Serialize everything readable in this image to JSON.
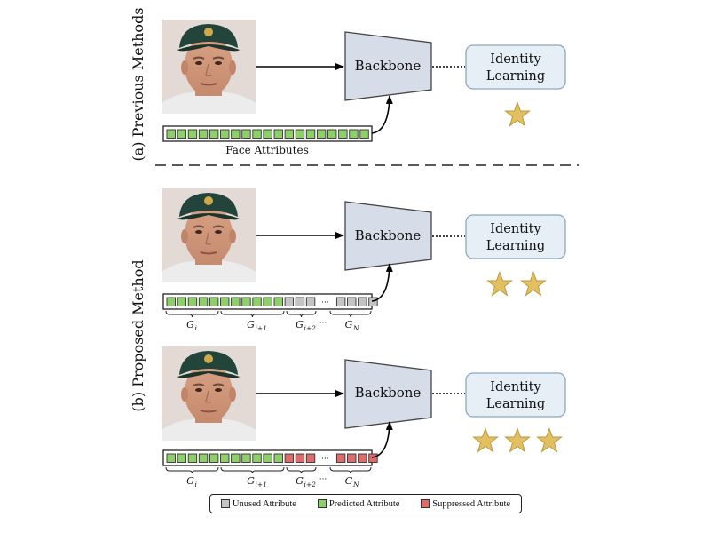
{
  "sections": {
    "previous": {
      "label": "(a) Previous Methods"
    },
    "proposed": {
      "label": "(b) Proposed Method"
    }
  },
  "nodes": {
    "backbone": "Backbone",
    "identity_line1": "Identity",
    "identity_line2": "Learning"
  },
  "attributes_caption": "Face Attributes",
  "group_labels": {
    "g_i": "G",
    "g_i_sub": "i",
    "g_i1": "G",
    "g_i1_sub": "i+1",
    "g_i2": "G",
    "g_i2_sub": "i+2",
    "g_n": "G",
    "g_n_sub": "N",
    "ellipsis": "···"
  },
  "ratings": {
    "previous_stars": 1,
    "proposed_row1_stars": 2,
    "proposed_row2_stars": 3
  },
  "legend": {
    "unused": "Unused Attribute",
    "predicted": "Predicted Attribute",
    "suppressed": "Suppressed Attribute"
  },
  "colors": {
    "predicted": "#8fcf6a",
    "unused": "#c4c4c4",
    "suppressed": "#e06b6b",
    "backbone_fill": "#d6dde8",
    "identity_fill": "#e6eef6",
    "star": "#e2c062"
  },
  "icons": {
    "face": "face-photo-icon",
    "star": "star-icon"
  }
}
